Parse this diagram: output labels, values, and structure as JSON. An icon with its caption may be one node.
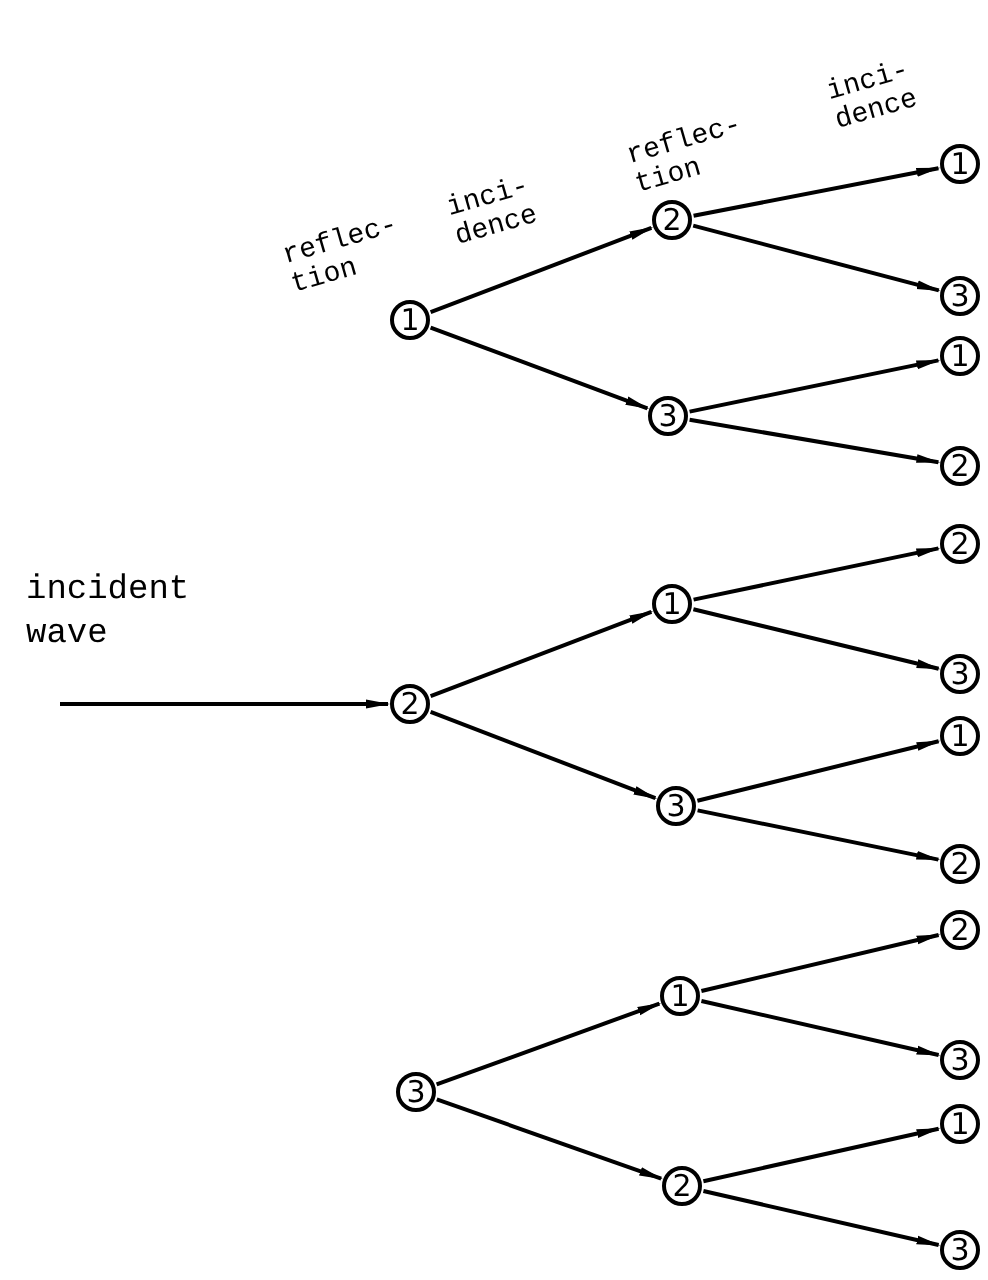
{
  "diagram": {
    "nodes": [
      {
        "text": [
          "1"
        ]
      },
      {
        "text": [
          "2"
        ]
      },
      {
        "text": [
          "3"
        ]
      },
      {
        "text": [
          "2"
        ]
      },
      {
        "text": [
          "3"
        ]
      },
      {
        "text": [
          "1"
        ]
      },
      {
        "text": [
          "3"
        ]
      },
      {
        "text": [
          "1"
        ]
      },
      {
        "text": [
          "2"
        ]
      },
      {
        "text": [
          "1"
        ]
      },
      {
        "text": [
          "3"
        ]
      },
      {
        "text": [
          "1"
        ]
      },
      {
        "text": [
          "2"
        ]
      },
      {
        "text": [
          "2"
        ]
      },
      {
        "text": [
          "3"
        ]
      },
      {
        "text": [
          "1"
        ]
      },
      {
        "text": [
          "2"
        ]
      },
      {
        "text": [
          "2"
        ]
      },
      {
        "text": [
          "3"
        ]
      },
      {
        "text": [
          "1"
        ]
      },
      {
        "text": [
          "3"
        ]
      }
    ],
    "edges": [
      {
        "from": null,
        "to": 1,
        "arrow": "to"
      },
      {
        "from": 0,
        "to": 3,
        "arrow": "to"
      },
      {
        "from": 0,
        "to": 4,
        "arrow": "to"
      },
      {
        "from": 1,
        "to": 5,
        "arrow": "to"
      },
      {
        "from": 1,
        "to": 6,
        "arrow": "to"
      },
      {
        "from": 2,
        "to": 7,
        "arrow": "to"
      },
      {
        "from": 2,
        "to": 8,
        "arrow": "to"
      },
      {
        "from": 3,
        "to": 9,
        "arrow": "to"
      },
      {
        "from": 3,
        "to": 10,
        "arrow": "to"
      },
      {
        "from": 4,
        "to": 11,
        "arrow": "to"
      },
      {
        "from": 4,
        "to": 12,
        "arrow": "to"
      },
      {
        "from": 5,
        "to": 13,
        "arrow": "to"
      },
      {
        "from": 5,
        "to": 14,
        "arrow": "to"
      },
      {
        "from": 6,
        "to": 15,
        "arrow": "to"
      },
      {
        "from": 6,
        "to": 16,
        "arrow": "to"
      },
      {
        "from": 7,
        "to": 17,
        "arrow": "to"
      },
      {
        "from": 7,
        "to": 18,
        "arrow": "to"
      },
      {
        "from": 8,
        "to": 19,
        "arrow": "to"
      },
      {
        "from": 8,
        "to": 20,
        "arrow": "to"
      }
    ],
    "labels": [
      "reflec- tion",
      "inci- dence",
      "reflec- tion",
      "inci- dence",
      "incident wave"
    ]
  }
}
